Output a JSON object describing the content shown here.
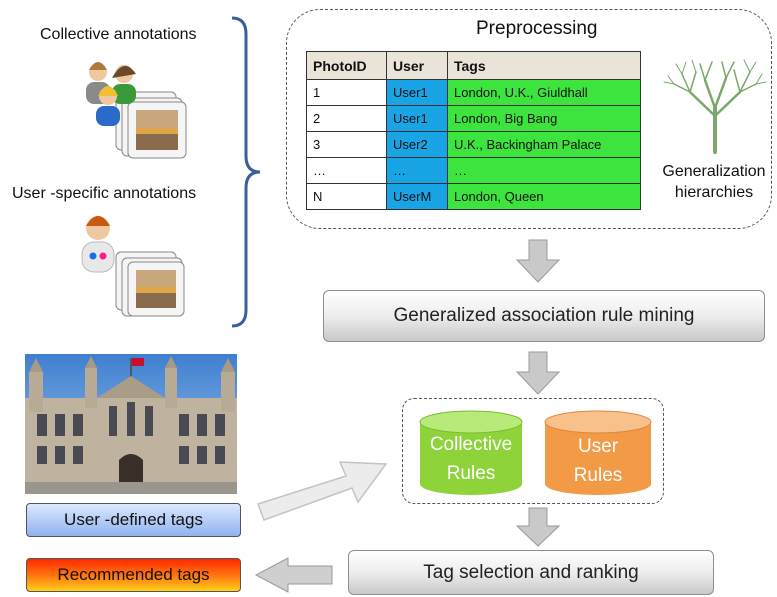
{
  "labels": {
    "collective_annotations": "Collective annotations",
    "user_specific_annotations": "User -specific annotations",
    "preprocessing": "Preprocessing",
    "generalization_hierarchies_line1": "Generalization",
    "generalization_hierarchies_line2": "hierarchies",
    "generalized_mining": "Generalized association rule mining",
    "collective_rules_line1": "Collective",
    "collective_rules_line2": "Rules",
    "user_rules_line1": "User",
    "user_rules_line2": "Rules",
    "user_defined_tags": "User -defined tags",
    "recommended_tags": "Recommended tags",
    "tag_selection": "Tag selection and ranking"
  },
  "table": {
    "headers": [
      "PhotoID",
      "User",
      "Tags"
    ],
    "rows": [
      [
        "1",
        "User1",
        "London, U.K., Giuldhall"
      ],
      [
        "2",
        "User1",
        "London, Big Bang"
      ],
      [
        "3",
        "User2",
        "U.K., Backingham Palace"
      ],
      [
        "…",
        "…",
        "…"
      ],
      [
        "N",
        "UserM",
        "London, Queen"
      ]
    ]
  },
  "colors": {
    "user_column": "#19a4e6",
    "tags_column": "#3ee43e",
    "header_fill": "#eae3d7",
    "collective_cylinder": "#8fd33b",
    "user_cylinder": "#f39a46",
    "brace": "#3a5f9c",
    "user_defined_box": "#8fb3ee",
    "recommended_box": "#ff5a10"
  },
  "icons": [
    "people-group-icon",
    "single-user-icon",
    "photo-stack-icon",
    "tree-icon",
    "down-arrow-icon",
    "right-arrow-icon",
    "left-arrow-icon",
    "database-cylinder-icon"
  ]
}
